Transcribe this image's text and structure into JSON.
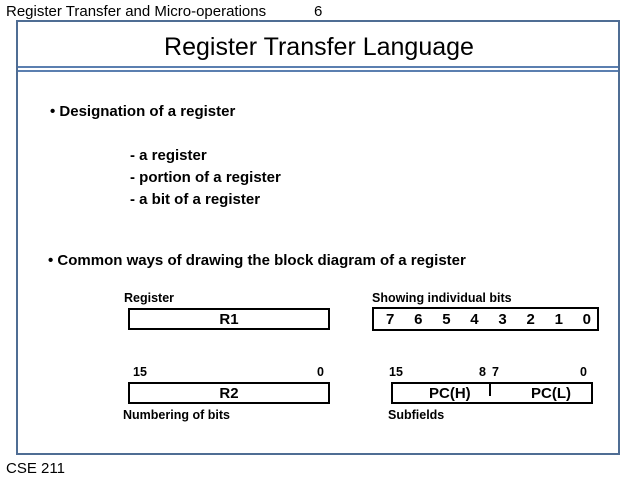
{
  "header": {
    "course_topic": "Register Transfer and Micro-operations",
    "page_number": "6"
  },
  "slide": {
    "title": "Register Transfer Language",
    "bullets": [
      {
        "text": "• Designation of a register",
        "subitems": [
          "- a register",
          "- portion of a register",
          "- a bit of a register"
        ]
      },
      {
        "text": "• Common ways of drawing the block diagram of a register"
      }
    ],
    "diagrams": {
      "register": {
        "caption": "Register",
        "name": "R1"
      },
      "individual_bits": {
        "caption": "Showing individual bits",
        "bits": [
          "7",
          "6",
          "5",
          "4",
          "3",
          "2",
          "1",
          "0"
        ]
      },
      "numbering": {
        "caption": "Numbering of bits",
        "name": "R2",
        "high": "15",
        "low": "0"
      },
      "subfields": {
        "caption": "Subfields",
        "high": "15",
        "mid_high": "8",
        "mid_low": "7",
        "low": "0",
        "left_name": "PC(H)",
        "right_name": "PC(L)"
      }
    }
  },
  "footer": {
    "course_code": "CSE 211"
  },
  "colors": {
    "frame": "#4f6d94",
    "separator": "#5b7fb0"
  }
}
